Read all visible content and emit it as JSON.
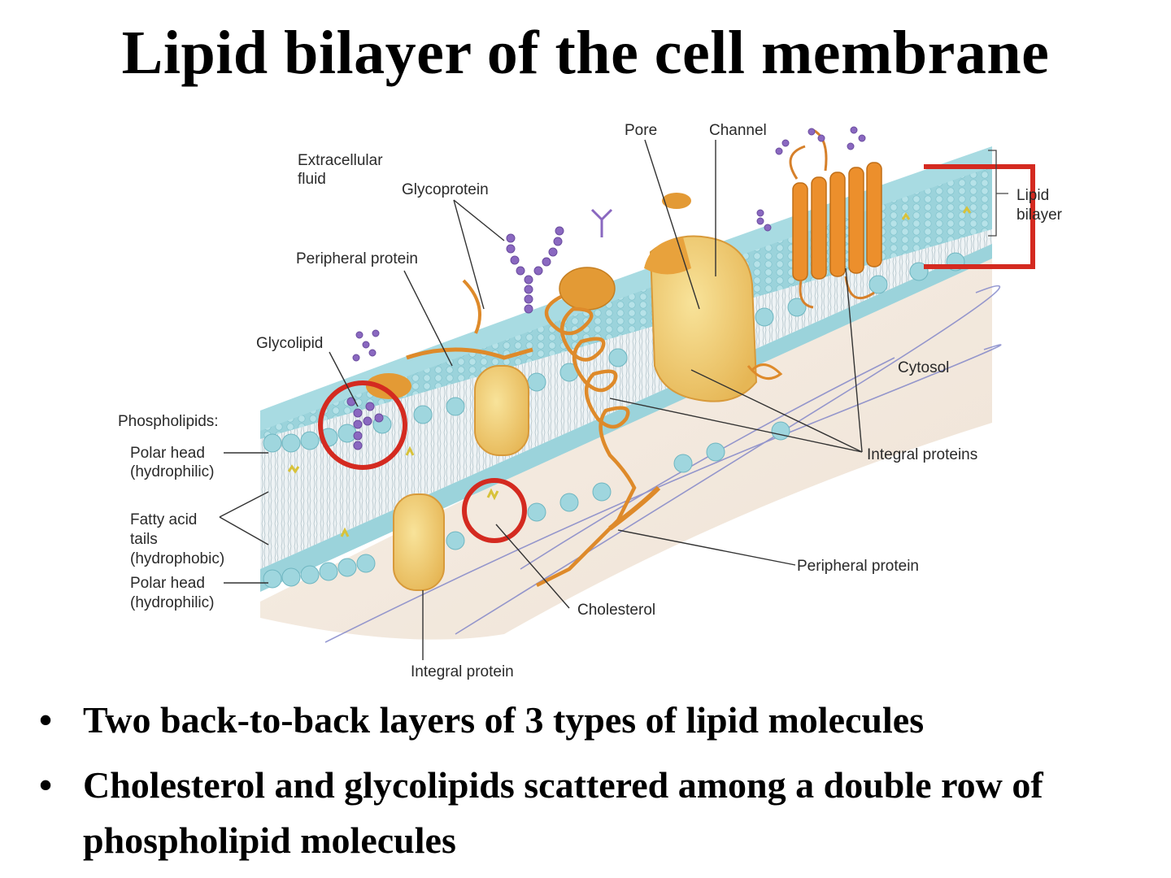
{
  "title": "Lipid bilayer of the cell membrane",
  "labels": {
    "extracellular_fluid_1": "Extracellular",
    "extracellular_fluid_2": "fluid",
    "glycoprotein": "Glycoprotein",
    "pore": "Pore",
    "channel": "Channel",
    "lipid_bilayer_1": "Lipid",
    "lipid_bilayer_2": "bilayer",
    "peripheral_protein_top": "Peripheral protein",
    "glycolipid": "Glycolipid",
    "cytosol": "Cytosol",
    "phospholipids": "Phospholipids:",
    "polar_head_top_1": "Polar head",
    "polar_head_top_2": "(hydrophilic)",
    "fatty_acid_1": "Fatty acid",
    "fatty_acid_2": "tails",
    "fatty_acid_3": "(hydrophobic)",
    "polar_head_bottom_1": "Polar head",
    "polar_head_bottom_2": "(hydrophilic)",
    "integral_proteins": "Integral proteins",
    "peripheral_protein_bottom": "Peripheral protein",
    "cholesterol": "Cholesterol",
    "integral_protein": "Integral protein"
  },
  "bullets": [
    "Two back-to-back layers of 3 types of lipid molecules",
    "Cholesterol and glycolipids scattered among a double row of phospholipid molecules"
  ],
  "colors": {
    "head": "#8fd0d8",
    "tail": "#d9e4e8",
    "protein": "#e8a23c",
    "protein_core": "#f3d37a",
    "sugar": "#8a68c0",
    "highlight": "#d42a20"
  }
}
